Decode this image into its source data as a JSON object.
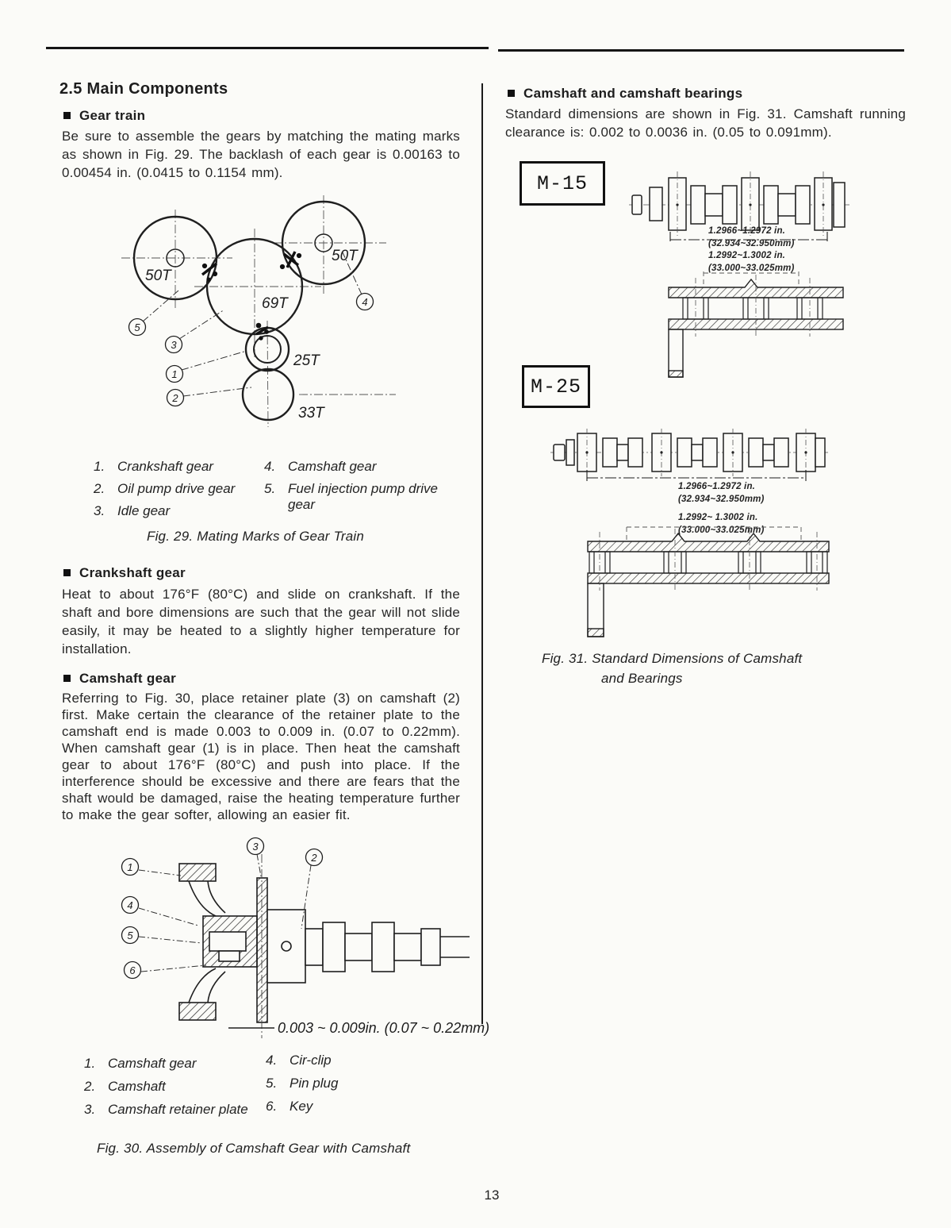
{
  "page": {
    "number": "13"
  },
  "left": {
    "title": "2.5 Main Components",
    "gear_train": {
      "heading": "Gear train",
      "body": "Be sure to assemble the gears by matching the mating marks as shown in Fig. 29. The backlash of each gear is 0.00163 to 0.00454 in. (0.0415 to 0.1154 mm)."
    },
    "fig29": {
      "gears": [
        {
          "label": "50T"
        },
        {
          "label": "69T"
        },
        {
          "label": "50T"
        },
        {
          "label": "25T"
        },
        {
          "label": "33T"
        }
      ],
      "callouts": {
        "c1": "1",
        "c2": "2",
        "c3": "3",
        "c4": "4",
        "c5": "5"
      },
      "legend": [
        {
          "num": "1.",
          "label": "Crankshaft gear"
        },
        {
          "num": "2.",
          "label": "Oil pump drive gear"
        },
        {
          "num": "3.",
          "label": "Idle gear"
        },
        {
          "num": "4.",
          "label": "Camshaft gear"
        },
        {
          "num": "5.",
          "label": "Fuel injection pump drive gear"
        }
      ],
      "caption": "Fig. 29.  Mating Marks of Gear Train"
    },
    "crankshaft_gear": {
      "heading": "Crankshaft gear",
      "body": "Heat to about 176°F (80°C) and slide on crankshaft. If the shaft and bore dimensions are such that the gear will not slide easily, it may be heated to a slightly higher temperature for installation."
    },
    "camshaft_gear": {
      "heading": "Camshaft gear",
      "body": "Referring to Fig. 30, place retainer plate (3) on camshaft (2) first. Make certain the clearance of the retainer plate to the camshaft end is made 0.003 to 0.009 in. (0.07 to 0.22mm). When camshaft gear (1) is in place. Then heat the camshaft gear to about 176°F (80°C) and push into place. If the interference should be excessive and there are fears that the shaft would be damaged, raise the heating temperature further to make the gear softer, allowing an easier fit."
    },
    "fig30": {
      "callouts": {
        "c1": "1",
        "c2": "2",
        "c3": "3",
        "c4": "4",
        "c5": "5",
        "c6": "6"
      },
      "dimension": "0.003 ~ 0.009in. (0.07 ~ 0.22mm)",
      "legend": [
        {
          "num": "1.",
          "label": "Camshaft gear"
        },
        {
          "num": "2.",
          "label": "Camshaft"
        },
        {
          "num": "3.",
          "label": "Camshaft retainer plate"
        },
        {
          "num": "4.",
          "label": "Cir-clip"
        },
        {
          "num": "5.",
          "label": "Pin plug"
        },
        {
          "num": "6.",
          "label": "Key"
        }
      ],
      "caption": "Fig. 30.  Assembly of Camshaft Gear with Camshaft"
    }
  },
  "right": {
    "camshaft_bearings": {
      "heading": "Camshaft and camshaft bearings",
      "body": "Standard dimensions are shown in Fig. 31. Camshaft running clearance is: 0.002 to 0.0036 in. (0.05 to 0.091mm)."
    },
    "m15": {
      "label": "M-15",
      "dims": [
        "1.2966~1.2972 in.",
        "(32.934~32.950mm)",
        "1.2992~1.3002 in.",
        "(33.000~33.025mm)"
      ]
    },
    "m25": {
      "label": "M-25",
      "dims": [
        "1.2966~1.2972 in.",
        "(32.934~32.950mm)",
        "1.2992~ 1.3002 in.",
        "(33.000~33.025mm)"
      ]
    },
    "fig31": {
      "caption_line1": "Fig. 31.  Standard Dimensions of Camshaft",
      "caption_line2": "and Bearings"
    }
  }
}
